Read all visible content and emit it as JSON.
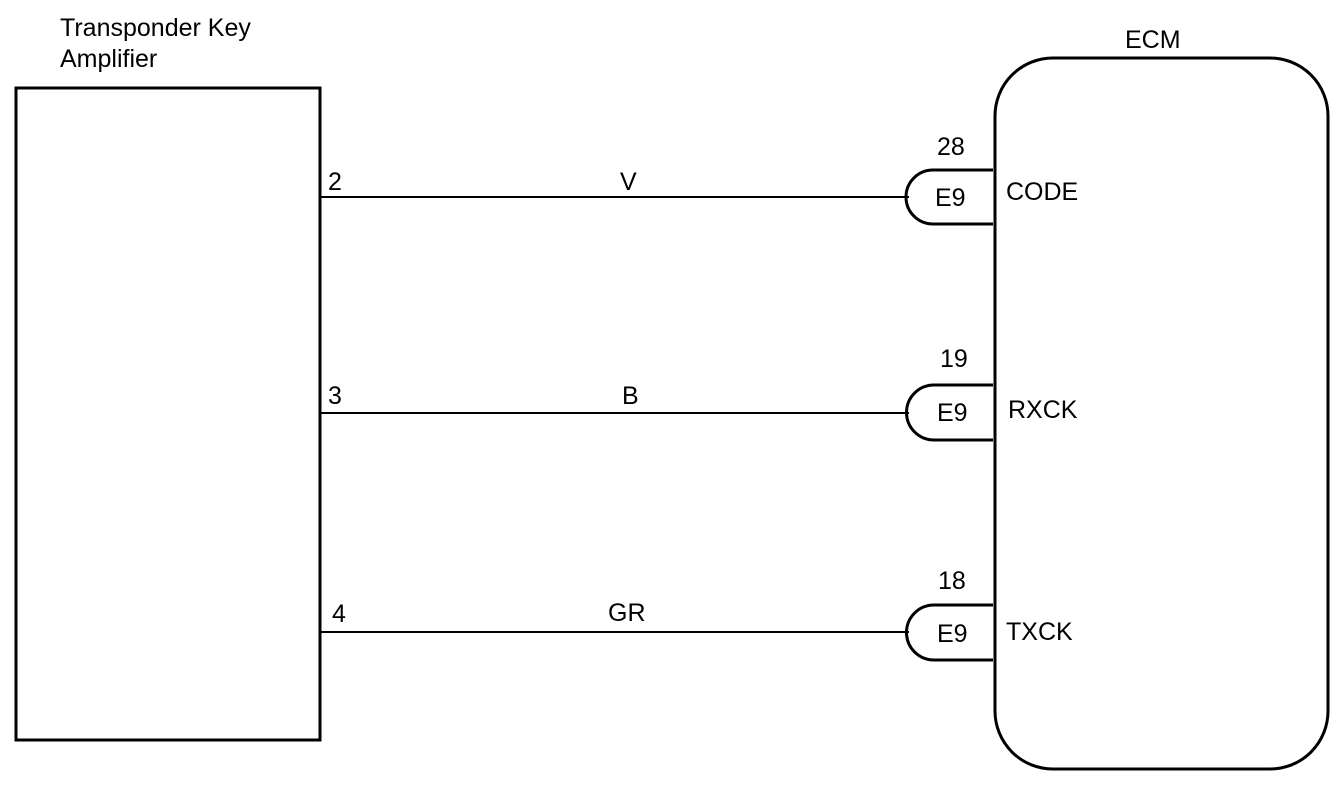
{
  "amplifier": {
    "title_line1": "Transponder Key",
    "title_line2": "Amplifier"
  },
  "ecm": {
    "title": "ECM"
  },
  "connections": [
    {
      "amp_pin": "2",
      "wire_color": "V",
      "connector": "E9",
      "ecm_pin": "28",
      "signal": "CODE"
    },
    {
      "amp_pin": "3",
      "wire_color": "B",
      "connector": "E9",
      "ecm_pin": "19",
      "signal": "RXCK"
    },
    {
      "amp_pin": "4",
      "wire_color": "GR",
      "connector": "E9",
      "ecm_pin": "18",
      "signal": "TXCK"
    }
  ]
}
